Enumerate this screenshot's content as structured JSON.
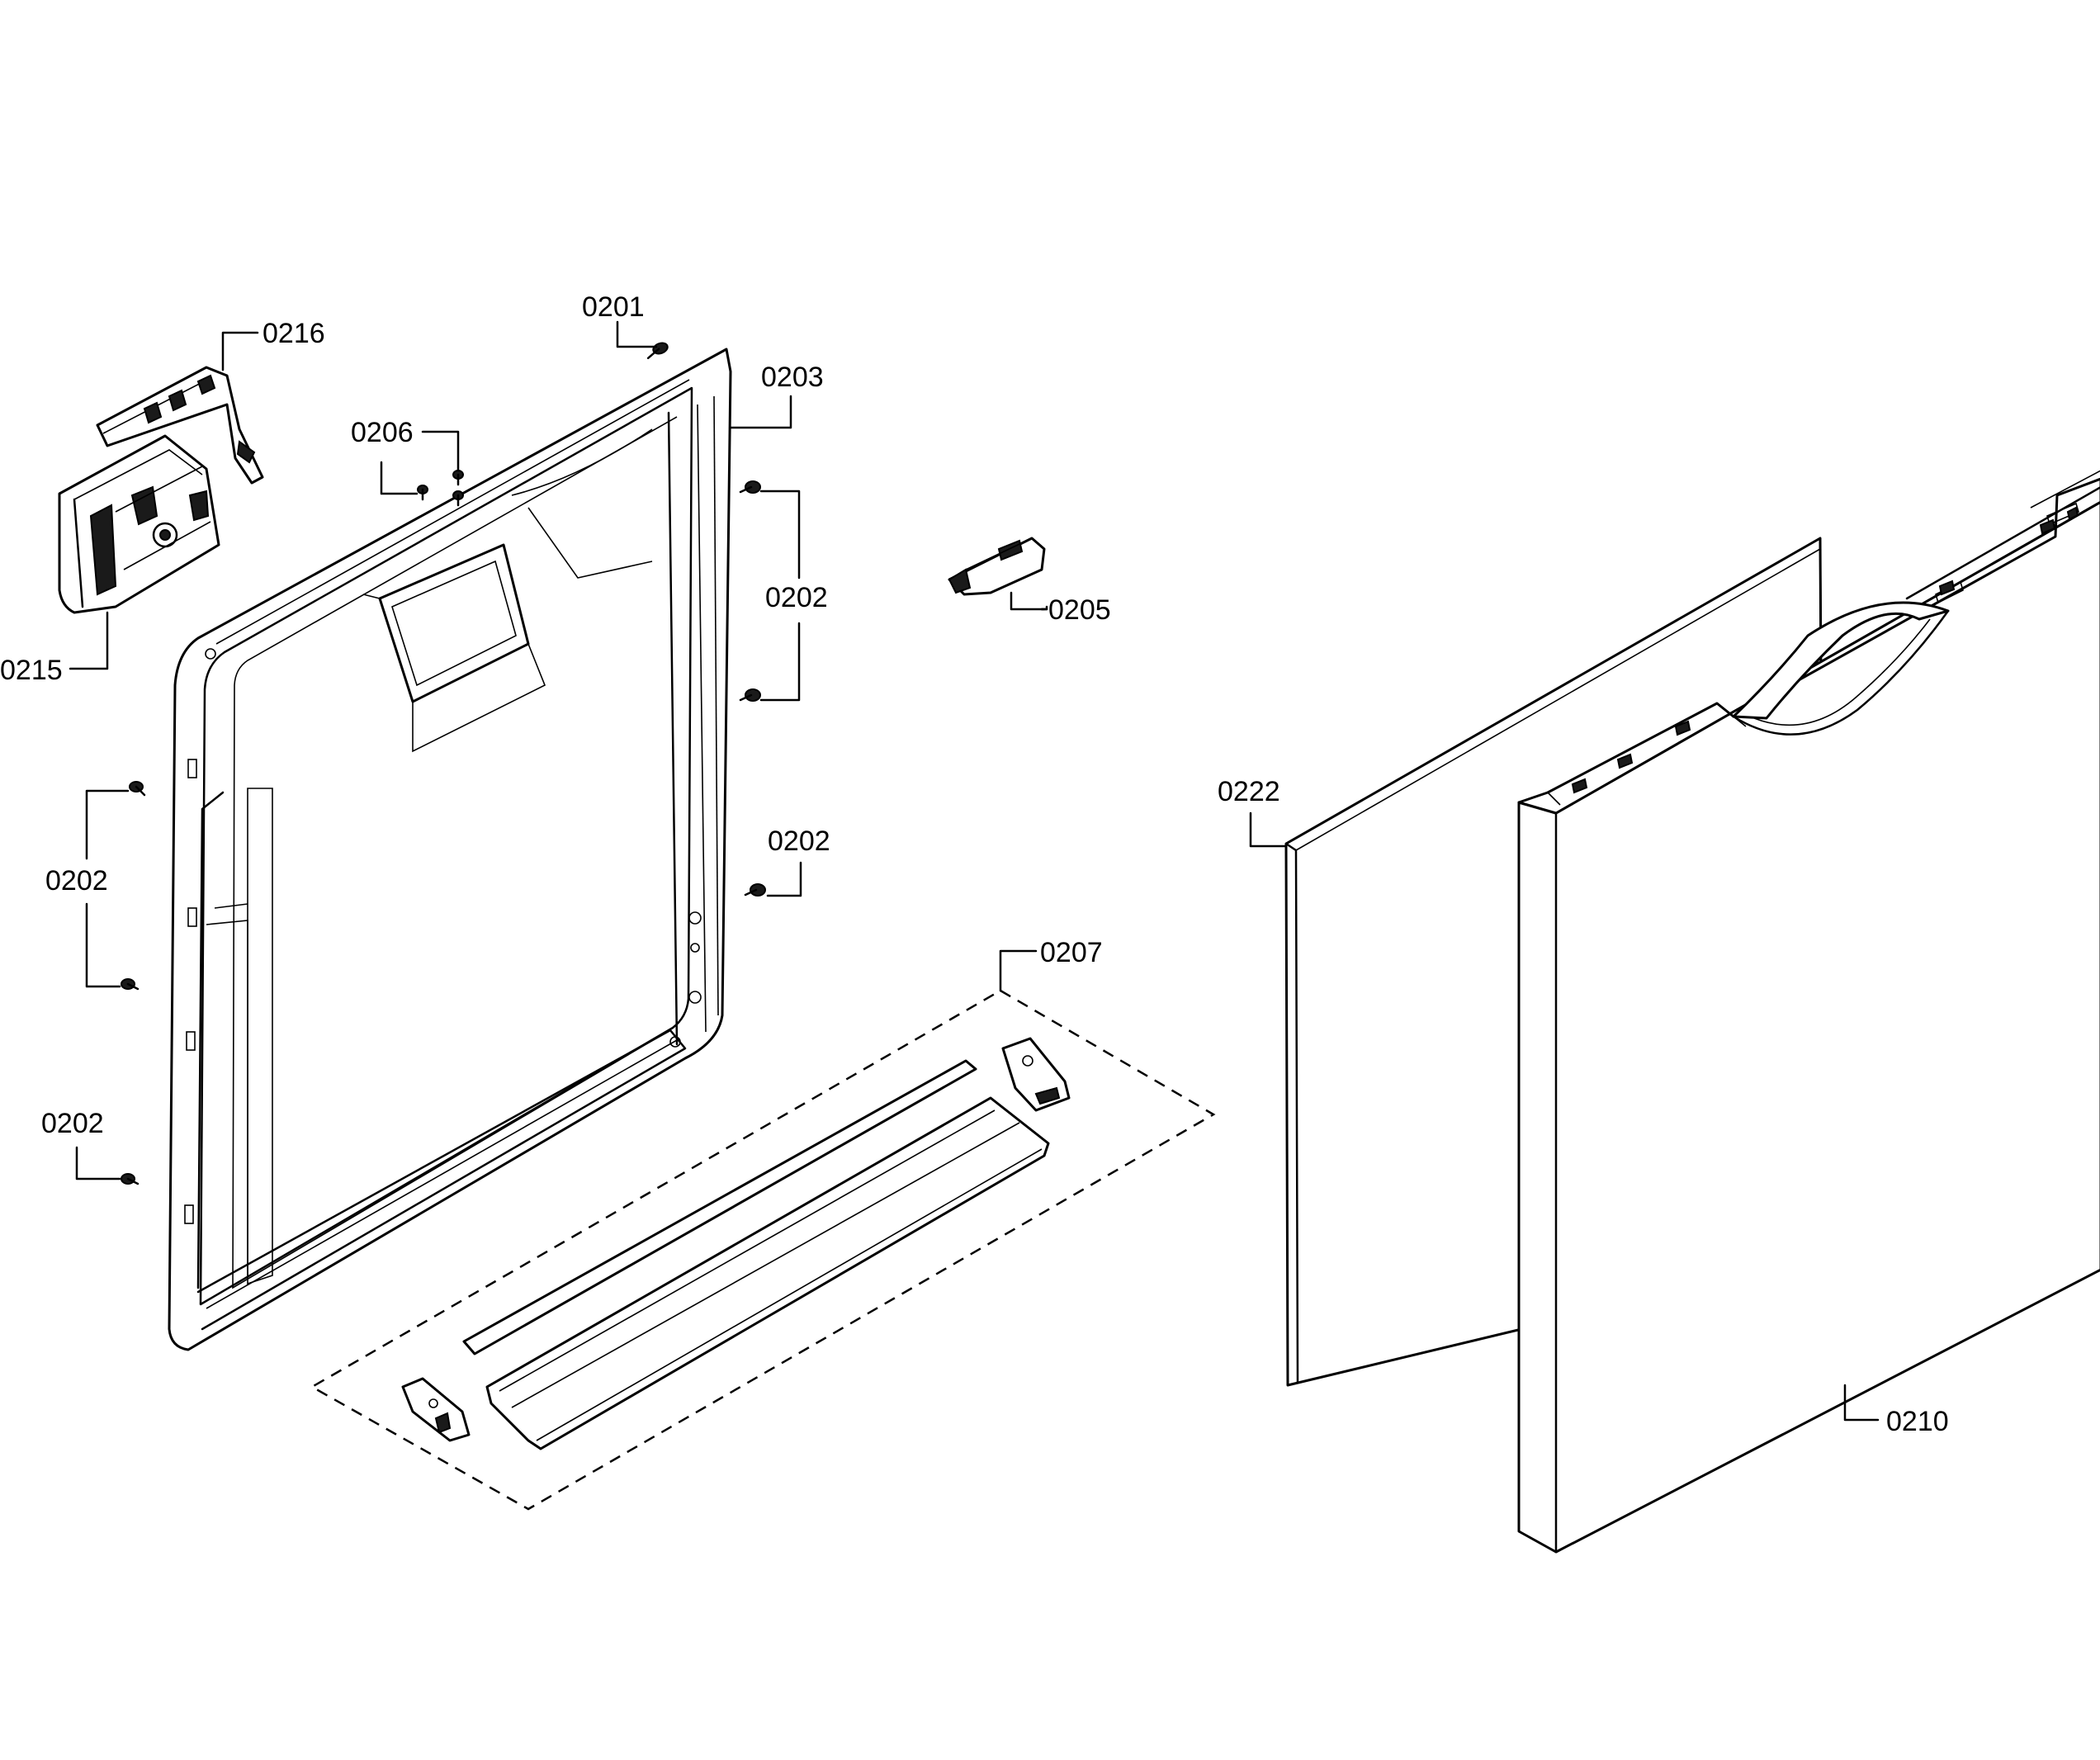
{
  "callouts": {
    "c0201": "0201",
    "c0202_right_upper": "0202",
    "c0202_right_lower": "0202",
    "c0202_left_upper": "0202",
    "c0202_left_lower": "0202",
    "c0203": "0203",
    "c0205": "0205",
    "c0206": "0206",
    "c0207": "0207",
    "c0210": "0210",
    "c0215": "0215",
    "c0216": "0216",
    "c0222": "0222"
  }
}
